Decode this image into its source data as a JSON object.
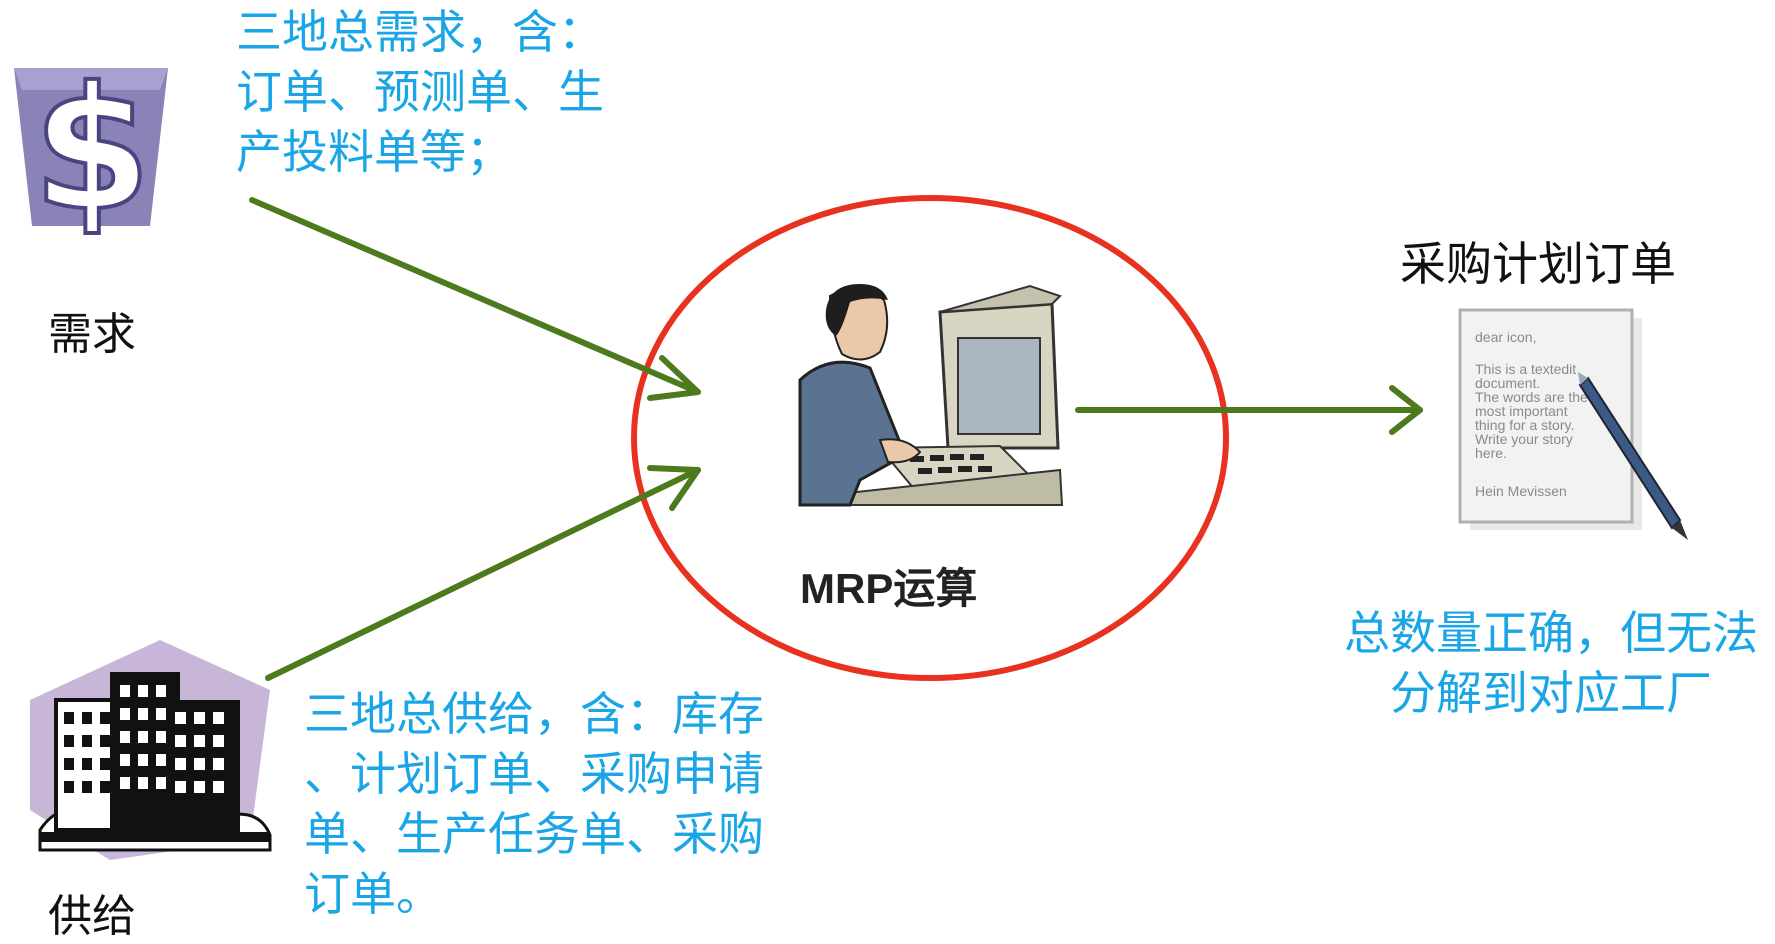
{
  "demand": {
    "label": "需求",
    "description": "三地总需求，含：\n订单、预测单、生\n产投料单等；"
  },
  "supply": {
    "label": "供给",
    "description": "三地总供给，含：库存\n、计划订单、采购申请\n单、生产任务单、采购\n订单。"
  },
  "process": {
    "label": "MRP运算"
  },
  "output": {
    "title": "采购计划订单",
    "note": "总数量正确，但无法\n分解到对应工厂",
    "document_lines": [
      "dear icon,",
      "This is a textedit",
      "document.",
      "The words are the",
      "most important",
      "thing for a story.",
      "Write your story",
      "here.",
      "Hein Mevissen"
    ]
  },
  "colors": {
    "arrow": "#4e7a1e",
    "circle": "#e8321f",
    "text_blue": "#1aa6e6",
    "icon_purple": "#8a83b8"
  }
}
